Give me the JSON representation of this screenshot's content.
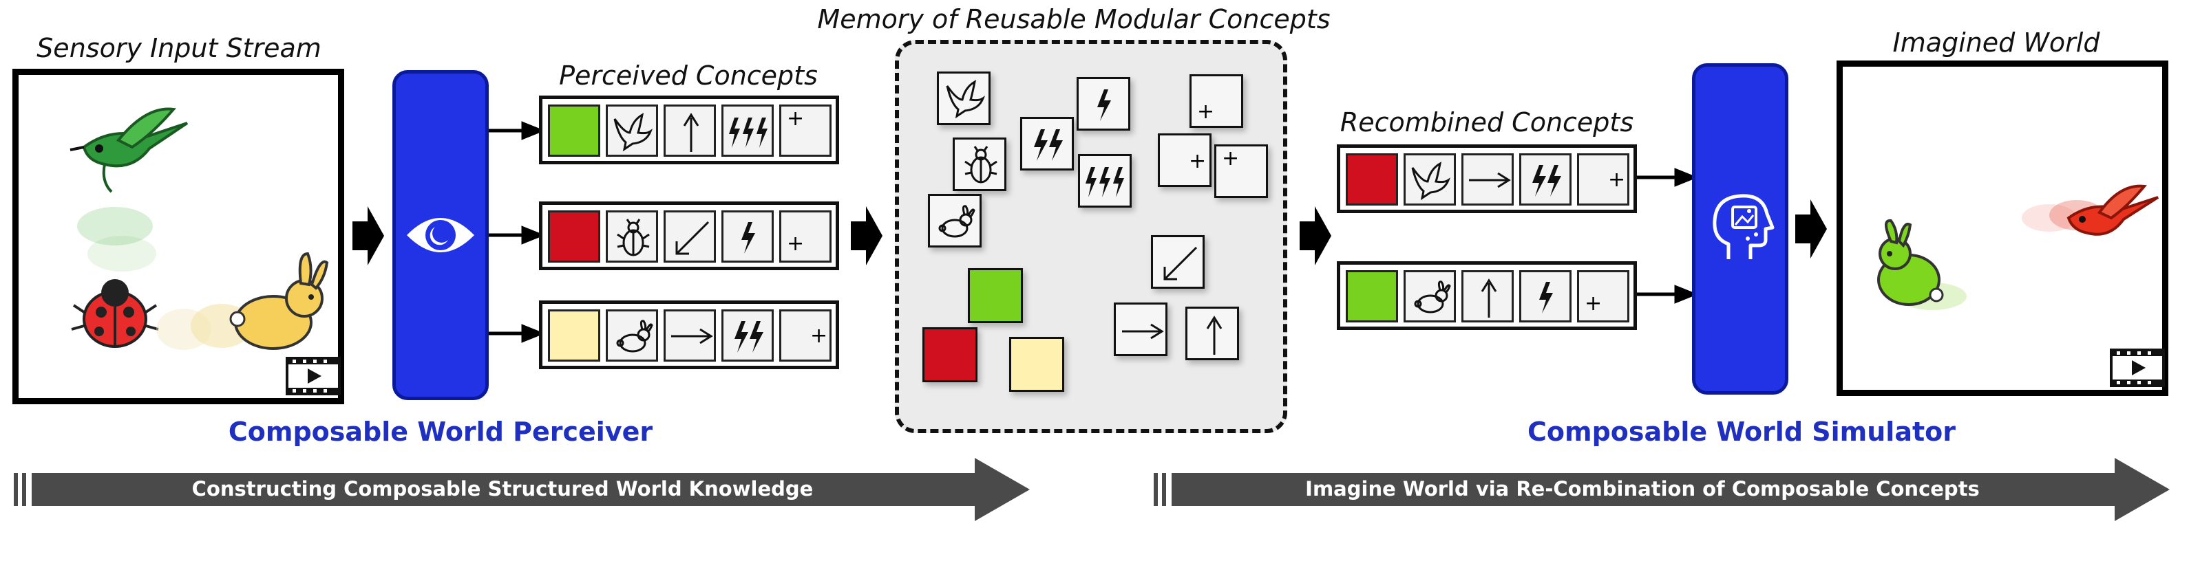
{
  "titles": {
    "sensory": "Sensory Input Stream",
    "perceived": "Perceived Concepts",
    "memory": "Memory of Reusable Modular Concepts",
    "recombined": "Recombined Concepts",
    "imagined": "Imagined World"
  },
  "labels": {
    "perceiver": "Composable World Perceiver",
    "simulator": "Composable World Simulator"
  },
  "bars": {
    "left": "Constructing Composable Structured World Knowledge",
    "right": "Imagine World via Re-Combination of Composable Concepts"
  },
  "colors": {
    "green": "#77d11e",
    "red": "#d0101e",
    "yellow": "#fff2b0",
    "module_blue": "#2233e6",
    "label_blue": "#1f2fbf",
    "bar_gray": "#4a4a4a"
  },
  "perceived_rows": [
    {
      "color": "green",
      "icons": [
        "bird-icon",
        "arrow-up-icon",
        "triple-bolt-icon",
        "plus-icon"
      ]
    },
    {
      "color": "red",
      "icons": [
        "bug-icon",
        "arrow-down-left-icon",
        "single-bolt-icon",
        "plus-icon"
      ]
    },
    {
      "color": "yellow",
      "icons": [
        "rabbit-icon",
        "arrow-right-icon",
        "double-bolt-icon",
        "plus-icon"
      ]
    }
  ],
  "recombined_rows": [
    {
      "color": "red",
      "icons": [
        "bird-icon",
        "arrow-right-icon",
        "double-bolt-icon",
        "plus-icon"
      ]
    },
    {
      "color": "green",
      "icons": [
        "rabbit-icon",
        "arrow-up-icon",
        "single-bolt-icon",
        "plus-icon"
      ]
    }
  ],
  "symbols": {
    "plus": "+"
  }
}
